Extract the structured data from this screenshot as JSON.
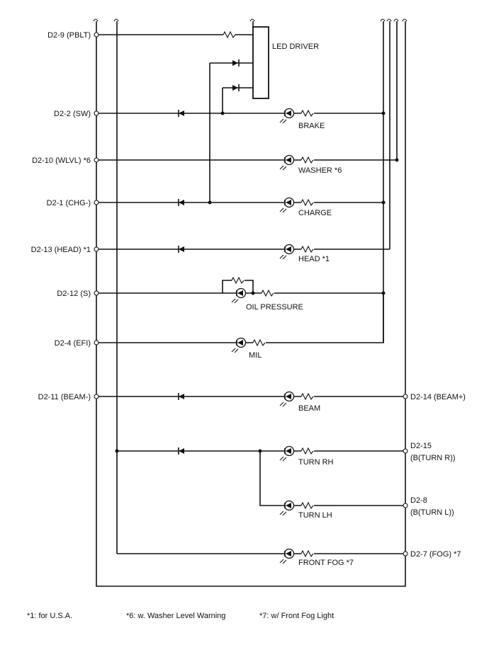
{
  "pins": {
    "pblt": "D2-9 (PBLT)",
    "sw": "D2-2 (SW)",
    "wlvl": "D2-10 (WLVL) *6",
    "chg": "D2-1 (CHG-)",
    "head": "D2-13 (HEAD) *1",
    "s": "D2-12 (S)",
    "efi": "D2-4 (EFI)",
    "beam_minus": "D2-11 (BEAM-)",
    "beam_plus": "D2-14 (BEAM+)",
    "turn_r_1": "D2-15",
    "turn_r_2": "(B(TURN R))",
    "turn_l_1": "D2-8",
    "turn_l_2": "(B(TURN L))",
    "fog": "D2-7 (FOG) *7"
  },
  "components": {
    "led_driver": "LED DRIVER",
    "brake": "BRAKE",
    "washer": "WASHER *6",
    "charge": "CHARGE",
    "head": "HEAD *1",
    "oil_pressure": "OIL PRESSURE",
    "mil": "MIL",
    "beam": "BEAM",
    "turn_rh": "TURN RH",
    "turn_lh": "TURN LH",
    "front_fog": "FRONT FOG *7"
  },
  "notes": {
    "usa": "*1: for U.S.A.",
    "washer": "*6: w. Washer Level Warning",
    "fog": "*7: w/ Front Fog Light"
  }
}
